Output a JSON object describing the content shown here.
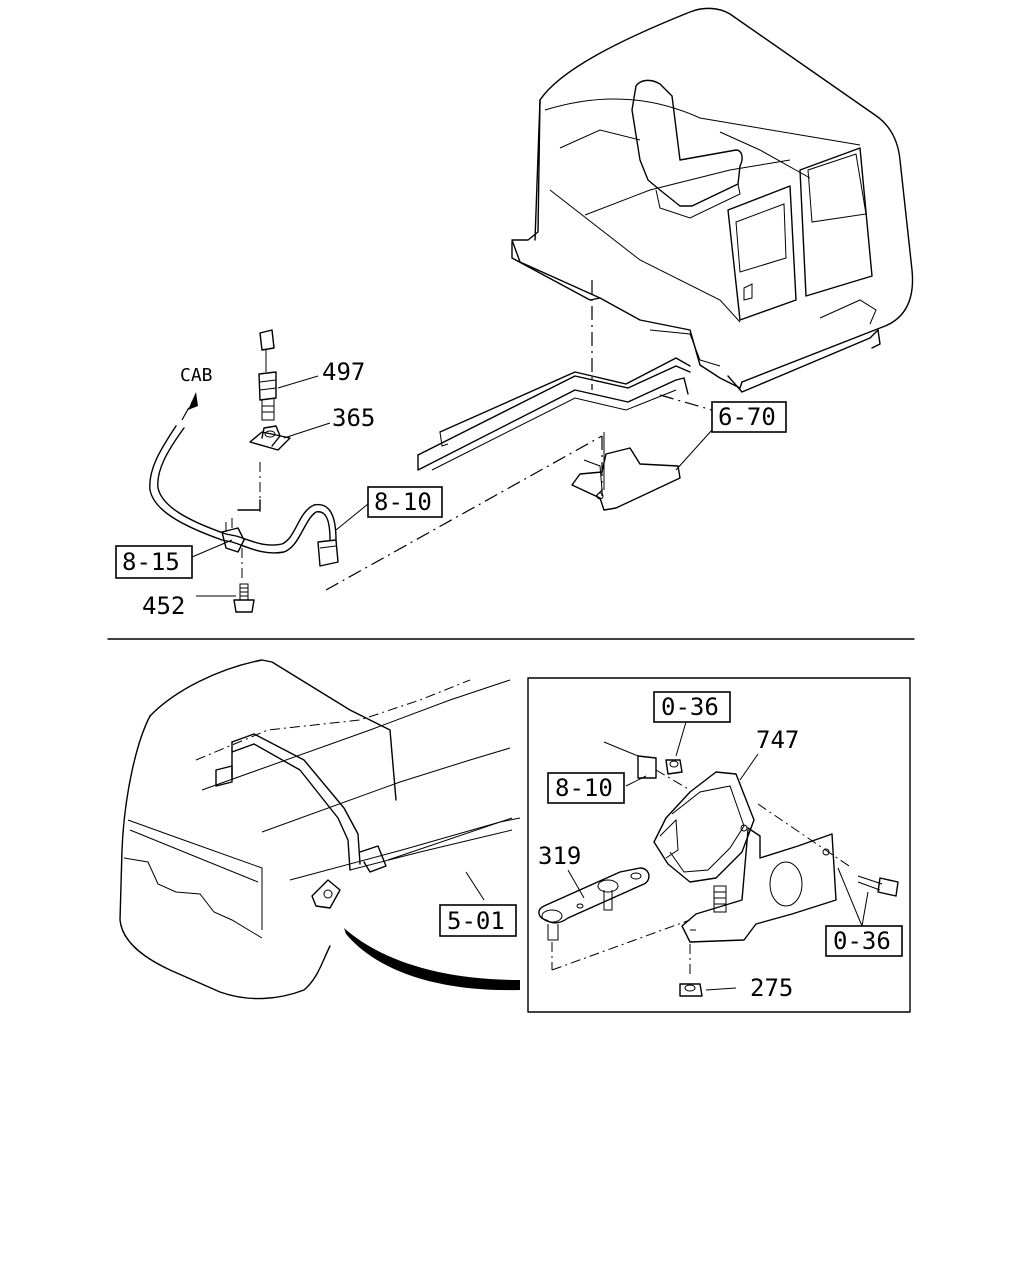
{
  "direction_label": "CAB",
  "part_numbers": {
    "p497": "497",
    "p365": "365",
    "p452": "452",
    "p747": "747",
    "p319": "319",
    "p275": "275"
  },
  "reference_boxes": {
    "ref_6_70": "6-70",
    "ref_8_10_top": "8-10",
    "ref_8_15": "8-15",
    "ref_0_36_top": "0-36",
    "ref_8_10_inset": "8-10",
    "ref_5_01": "5-01",
    "ref_0_36_bottom": "0-36"
  }
}
